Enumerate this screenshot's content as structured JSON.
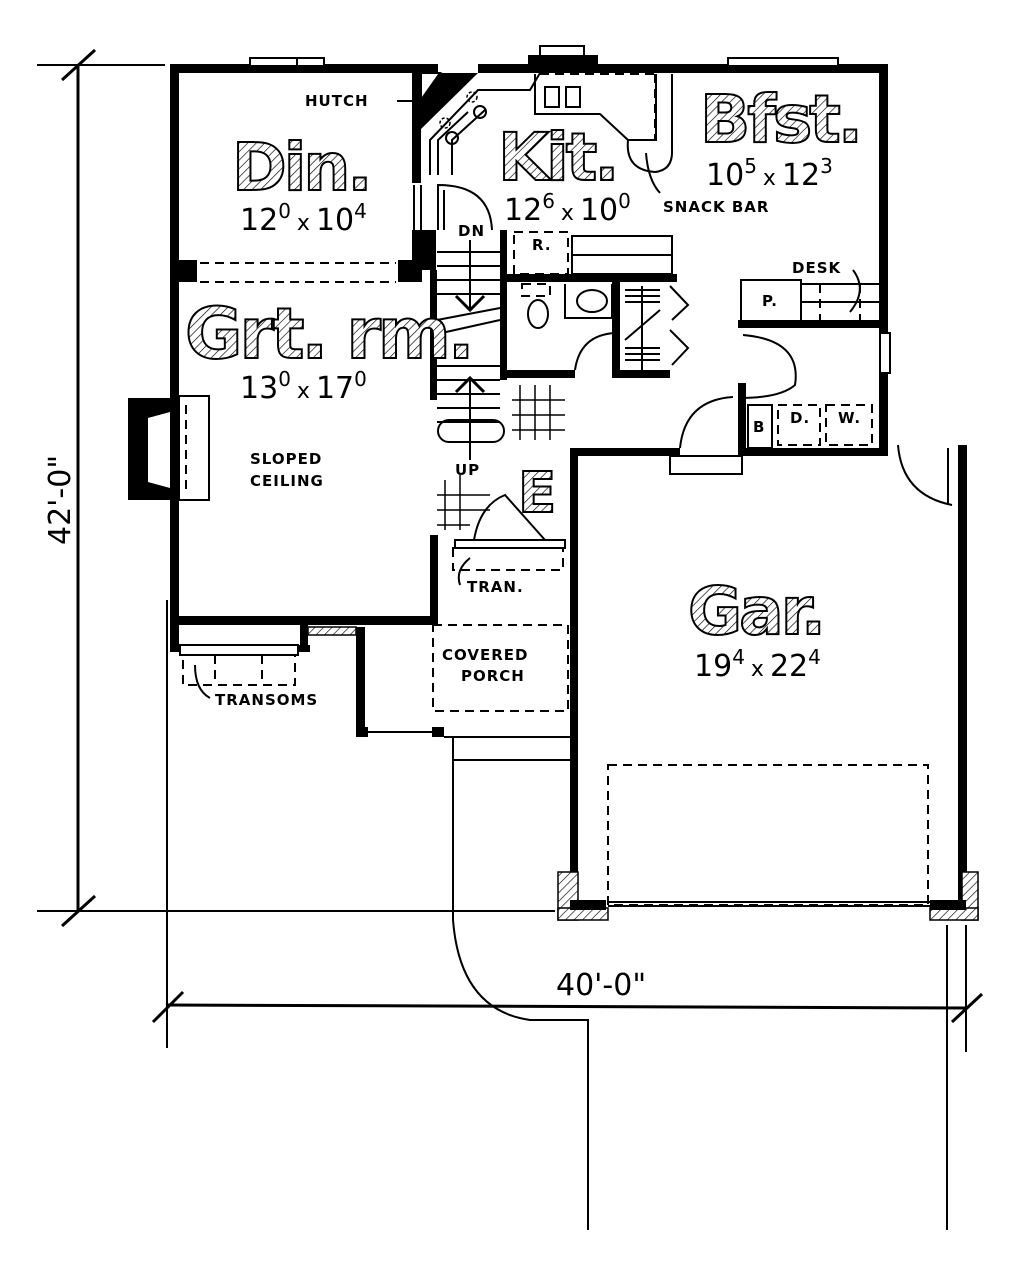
{
  "plan": {
    "overall_depth": "42'-0\"",
    "overall_width": "40'-0\"",
    "line_color": "#000000",
    "background": "#ffffff"
  },
  "rooms": {
    "dining": {
      "name": "Din.",
      "dim_w": "12",
      "dim_w_sup": "0",
      "dim_h": "10",
      "dim_h_sup": "4"
    },
    "kitchen": {
      "name": "Kit.",
      "dim_w": "12",
      "dim_w_sup": "6",
      "dim_h": "10",
      "dim_h_sup": "0"
    },
    "breakfast": {
      "name": "Bfst.",
      "dim_w": "10",
      "dim_w_sup": "5",
      "dim_h": "12",
      "dim_h_sup": "3"
    },
    "great_room": {
      "name": "Grt. rm.",
      "dim_w": "13",
      "dim_w_sup": "0",
      "dim_h": "17",
      "dim_h_sup": "0"
    },
    "garage": {
      "name": "Gar.",
      "dim_w": "19",
      "dim_w_sup": "4",
      "dim_h": "22",
      "dim_h_sup": "4"
    },
    "entry": {
      "name": "E"
    }
  },
  "annotations": {
    "hutch": "HUTCH",
    "snack_bar": "SNACK BAR",
    "desk": "DESK",
    "sloped_1": "SLOPED",
    "sloped_2": "CEILING",
    "tran": "TRAN.",
    "covered_1": "COVERED",
    "covered_2": "PORCH",
    "transoms": "TRANSOMS",
    "stair_dn": "DN",
    "stair_up": "UP",
    "refrigerator": "R.",
    "pantry": "P.",
    "bench": "B",
    "dryer": "D.",
    "washer": "W.",
    "dim_x": "x"
  }
}
